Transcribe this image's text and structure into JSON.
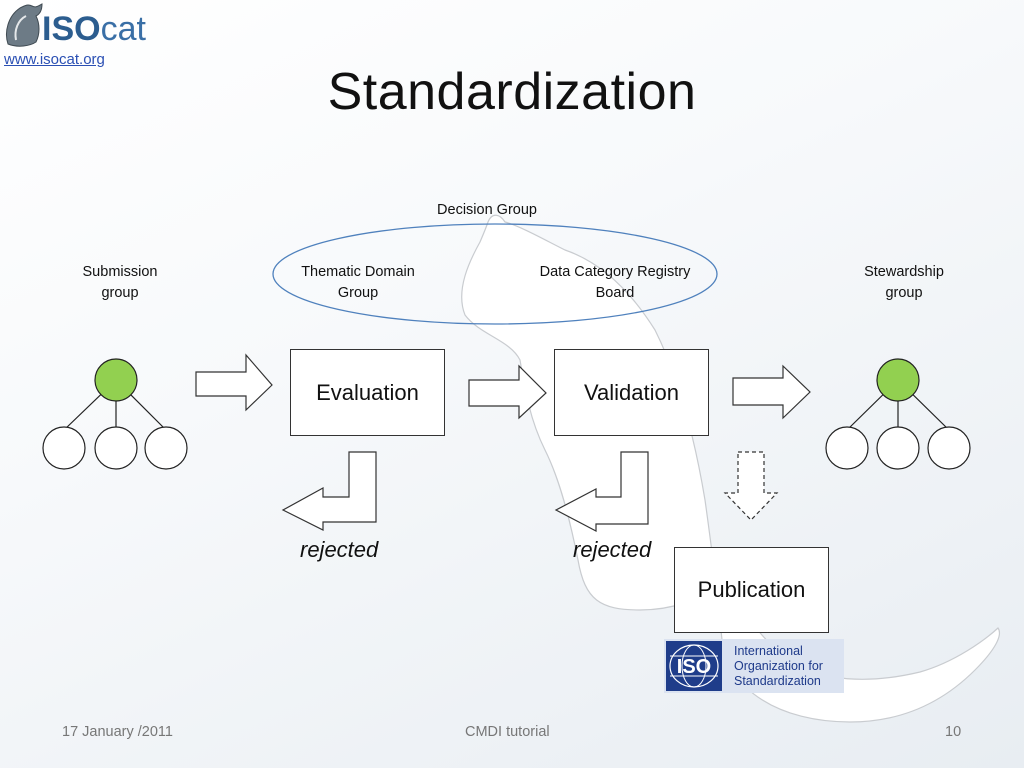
{
  "header": {
    "logo_iso": "ISO",
    "logo_cat": "cat",
    "logo_url": "www.isocat.org",
    "title": "Standardization"
  },
  "groups": {
    "decision": "Decision Group",
    "submission": [
      "Submission",
      "group"
    ],
    "thematic": [
      "Thematic Domain",
      "Group"
    ],
    "dcr_board": [
      "Data Category Registry",
      "Board"
    ],
    "stewardship": [
      "Stewardship",
      "group"
    ]
  },
  "steps": {
    "evaluation": "Evaluation",
    "validation": "Validation",
    "publication": "Publication"
  },
  "outcomes": {
    "rejected_1": "rejected",
    "rejected_2": "rejected"
  },
  "iso_logo": {
    "mark": "ISO",
    "name": [
      "International",
      "Organization for",
      "Standardization"
    ]
  },
  "footer": {
    "date": "17 January /2011",
    "center": "CMDI tutorial",
    "page": "10"
  },
  "colors": {
    "node_green": "#92d050",
    "ellipse_blue": "#4f81bd",
    "iso_blue": "#1f3d8a",
    "iso_panel": "#dbe3f1"
  }
}
